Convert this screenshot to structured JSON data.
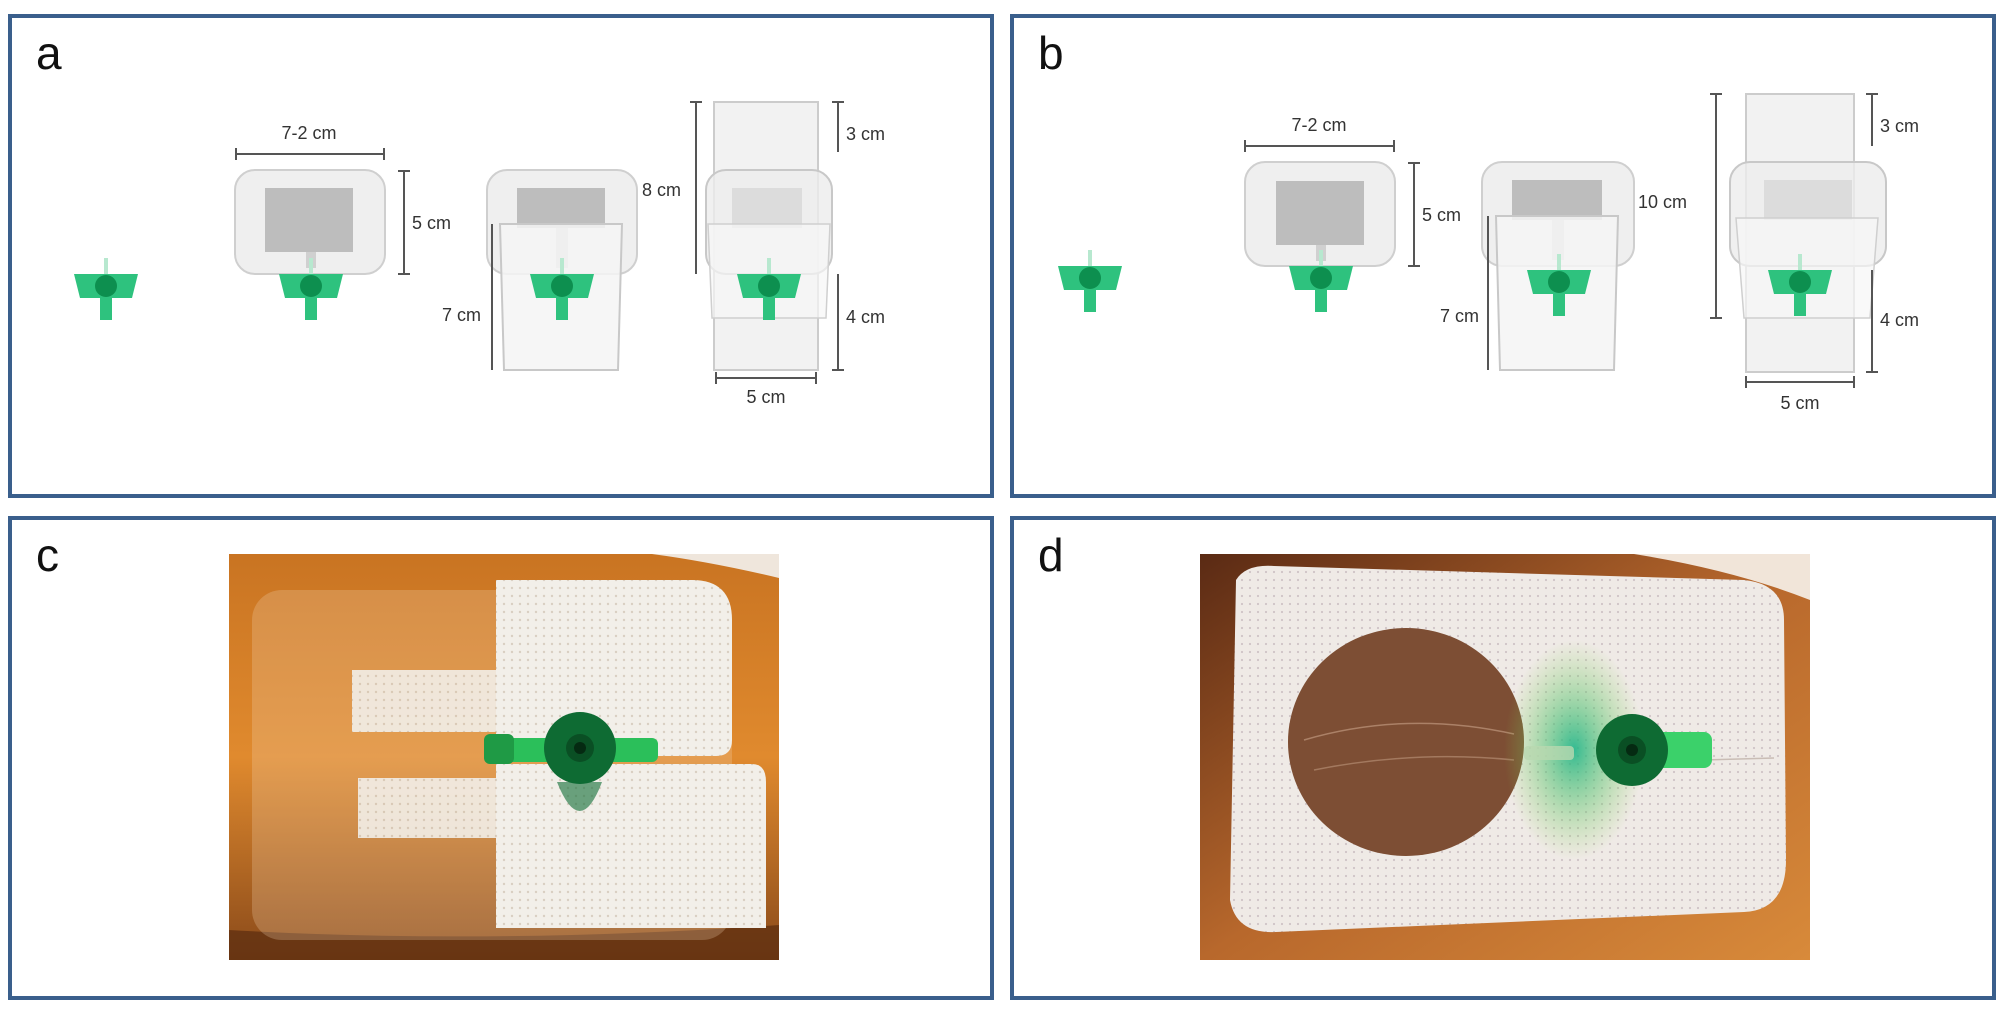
{
  "panels": {
    "a": {
      "letter": "a",
      "dimensions": {
        "width_top": "7-2 cm",
        "height_pad": "5 cm",
        "height_bottom": "7 cm",
        "height_total": "8 cm",
        "top_segment": "3 cm",
        "bottom_segment": "4 cm",
        "width_bottom": "5 cm"
      }
    },
    "b": {
      "letter": "b",
      "dimensions": {
        "width_top": "7-2 cm",
        "height_pad": "5 cm",
        "height_bottom": "7 cm",
        "height_total": "10 cm",
        "top_segment": "3 cm",
        "bottom_segment": "4 cm",
        "width_bottom": "5 cm"
      }
    },
    "c": {
      "letter": "c"
    },
    "d": {
      "letter": "d"
    }
  },
  "colors": {
    "panel_border": "#3a5f8c",
    "catheter_green": "#2ec27e",
    "catheter_dark": "#0d8f4f",
    "dressing_fill": "#eeeeee",
    "pad_fill": "#bdbdbd",
    "skin": "#d07c2a",
    "mesh": "#f1eee8"
  }
}
